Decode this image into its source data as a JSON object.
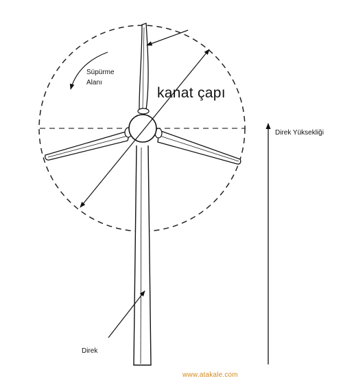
{
  "labels": {
    "sweep_area_line1": "Süpürme",
    "sweep_area_line2": "Alanı",
    "blade_diameter": "kanat çapı",
    "tower_height": "Direk Yüksekliği",
    "tower": "Direk"
  },
  "watermark": "www.atakale.com",
  "colors": {
    "line": "#111111",
    "watermark": "#d58a1c",
    "background": "#ffffff"
  }
}
